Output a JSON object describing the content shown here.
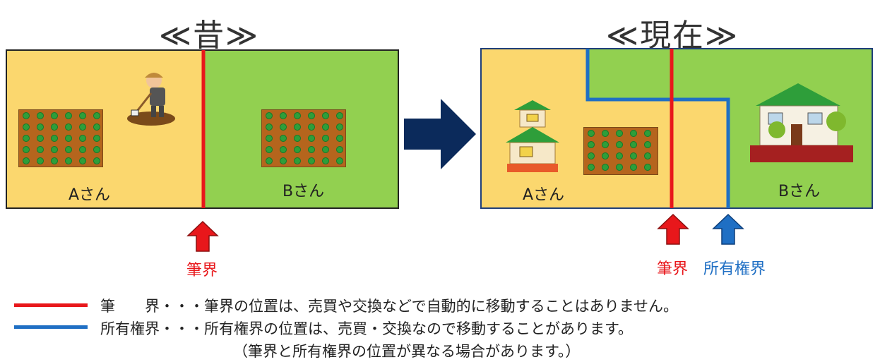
{
  "titles": {
    "past": "≪昔≫",
    "present": "≪現在≫"
  },
  "past_panel": {
    "owner_a": "Aさん",
    "owner_b": "Bさん"
  },
  "present_panel": {
    "owner_a": "Aさん",
    "owner_b": "Bさん"
  },
  "markers": {
    "past_boundary": "筆界",
    "present_boundary": "筆界",
    "present_ownership": "所有権界"
  },
  "legend": {
    "line1": "筆　　界・・・筆界の位置は、売買や交換などで自動的に移動することはありません。",
    "line2": "所有権界・・・所有権界の位置は、売買・交換なので移動することがあります。",
    "line3": "（筆界と所有権界の位置が異なる場合があります。）"
  },
  "colors": {
    "sand": "#fbd76e",
    "green": "#92d050",
    "boundary_red": "#e8171b",
    "ownership_blue": "#1f6fc4",
    "arrow_navy": "#0b2a5b"
  },
  "icons": [
    "cabbage-field-icon",
    "farmer-icon",
    "house-icon",
    "western-house-icon"
  ]
}
